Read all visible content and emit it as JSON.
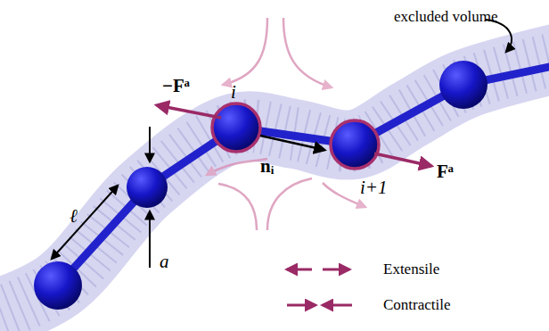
{
  "diagram": {
    "labels": [
      "excluded volume",
      "i",
      "i+1",
      "−Fᵃ",
      "Fᵃ",
      "nᵢ",
      "ℓ",
      "a"
    ],
    "legend": [
      {
        "text": "Extensile"
      },
      {
        "text": "Contractile"
      }
    ]
  }
}
